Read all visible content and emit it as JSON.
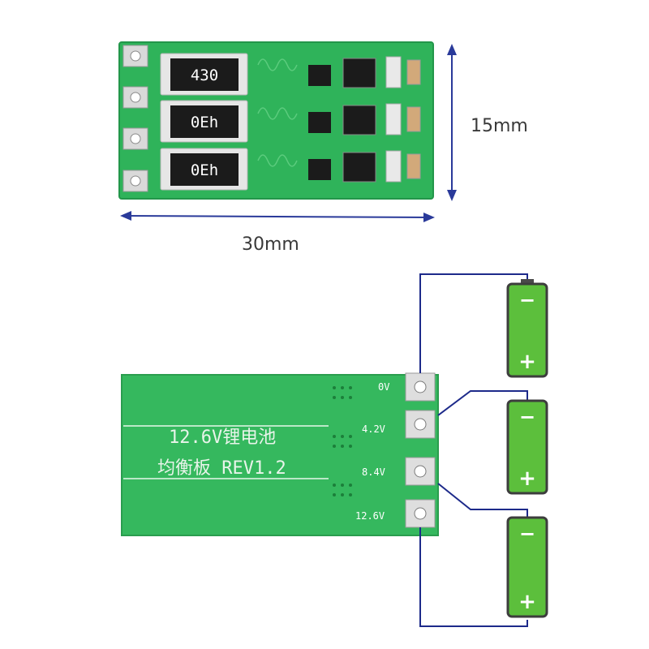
{
  "dimensions": {
    "height_label": "15mm",
    "width_label": "30mm"
  },
  "top_board": {
    "resistors": [
      {
        "marking": "430"
      },
      {
        "marking": "0Eh"
      },
      {
        "marking": "0Eh"
      }
    ]
  },
  "bottom_board": {
    "silk_line_1": "12.6V锂电池",
    "silk_line_2": "均衡板 REV1.2",
    "pads": [
      {
        "label": "0V"
      },
      {
        "label": "4.2V"
      },
      {
        "label": "8.4V"
      },
      {
        "label": "12.6V"
      }
    ]
  },
  "cells": [
    {
      "minus": "−",
      "plus": "+"
    },
    {
      "minus": "−",
      "plus": "+"
    },
    {
      "minus": "−",
      "plus": "+"
    }
  ],
  "colors": {
    "pcb": "#2fb35a",
    "pcb_dark": "#1f9a47",
    "wire": "#1d2a8a",
    "cell": "#5cbf3c",
    "cell_outline": "#3d3d3d",
    "dim_arrow": "#2a3a9a"
  }
}
